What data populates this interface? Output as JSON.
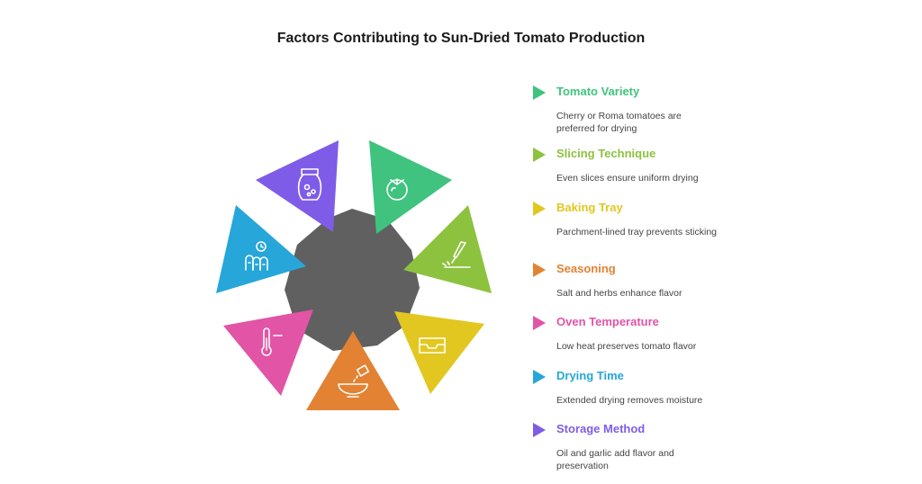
{
  "title": "Factors Contributing to Sun-Dried Tomato Production",
  "factors": [
    {
      "label": "Tomato Variety",
      "description": "Cherry or Roma tomatoes are preferred for drying",
      "color": "#3fc37e",
      "icon": "tomato-icon"
    },
    {
      "label": "Slicing Technique",
      "description": "Even slices ensure uniform drying",
      "color": "#8dc23f",
      "icon": "knife-icon"
    },
    {
      "label": "Baking Tray",
      "description": "Parchment-lined tray prevents sticking",
      "color": "#e2c720",
      "icon": "tray-icon"
    },
    {
      "label": "Seasoning",
      "description": "Salt and herbs enhance flavor",
      "color": "#e38232",
      "icon": "salt-bowl-icon"
    },
    {
      "label": "Oven Temperature",
      "description": "Low heat preserves tomato flavor",
      "color": "#e154a6",
      "icon": "thermometer-icon"
    },
    {
      "label": "Drying Time",
      "description": "Extended drying removes moisture",
      "color": "#26a6d9",
      "icon": "timer-icon"
    },
    {
      "label": "Storage Method",
      "description": "Oil and garlic add flavor and preservation",
      "color": "#7e5ce8",
      "icon": "jar-icon"
    }
  ],
  "center_color": "#606060"
}
